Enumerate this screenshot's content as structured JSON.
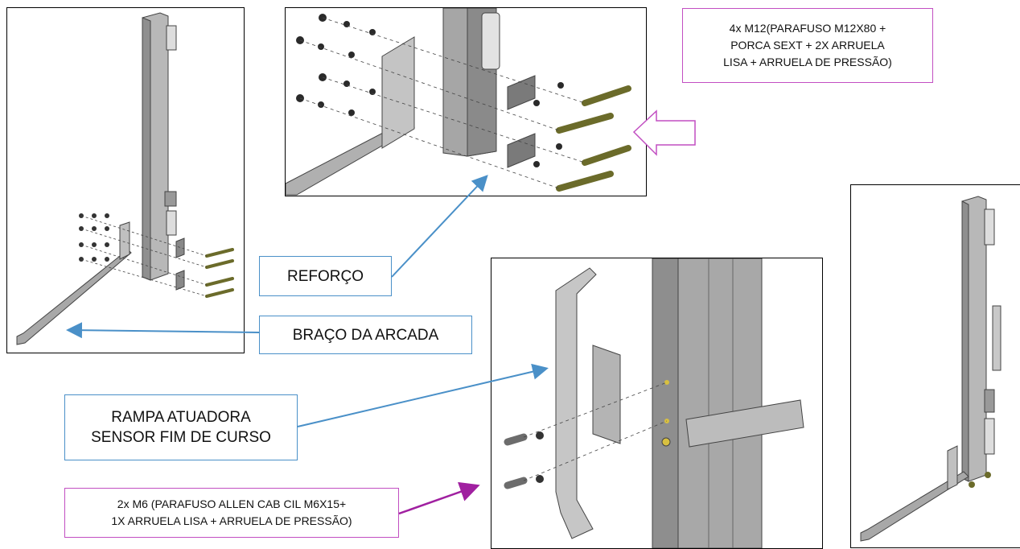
{
  "labels": {
    "bolts_m12": "4x M12(PARAFUSO M12X80 +\nPORCA SEXT + 2X ARRUELA\nLISA + ARRUELA DE PRESSÃO)",
    "reforco": "REFORÇO",
    "braco": "BRAÇO DA ARCADA",
    "rampa": "RAMPA ATUADORA\nSENSOR FIM DE CURSO",
    "bolts_m6": "2x M6 (PARAFUSO ALLEN CAB CIL M6X15+\n1X ARRUELA LISA + ARRUELA DE PRESSÃO)"
  },
  "colors": {
    "blue_callout": "#4a90c8",
    "magenta_callout": "#c24fc2",
    "arrow_magenta": "#a020a0",
    "metal": "#8c8c8c",
    "bolt": "#6b6b2a"
  }
}
